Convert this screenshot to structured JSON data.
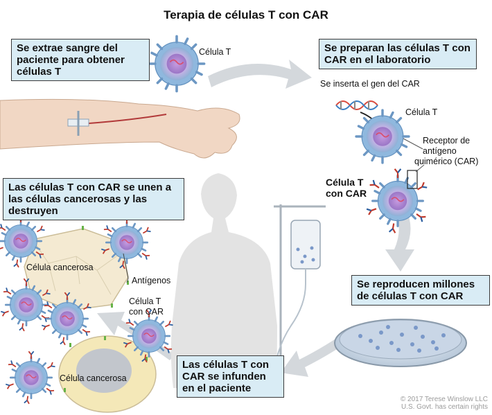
{
  "title": "Terapia de células T con CAR",
  "steps": {
    "step1": "Se extrae sangre del paciente para obtener células T",
    "step2": "Se preparan las células T con CAR en el laboratorio",
    "step3": "Se reproducen millones de células T con CAR",
    "step4": "Las células T con CAR se infunden en el paciente",
    "step5": "Las células T con CAR se unen a las células cancerosas y las destruyen"
  },
  "labels": {
    "celula_t_1": "Célula T",
    "gene_insert": "Se inserta el gen del CAR",
    "celula_t_2": "Célula T",
    "receptor_line1": "Receptor de",
    "receptor_line2": "antígeno",
    "receptor_line3": "quimérico (CAR)",
    "car_t_line1": "Célula T",
    "car_t_line2": "con CAR",
    "cancer_cell_1": "Célula cancerosa",
    "antigens": "Antígenos",
    "car_t_small_line1": "Célula T",
    "car_t_small_line2": "con CAR",
    "cancer_cell_2": "Célula cancerosa"
  },
  "credit": {
    "line1": "© 2017 Terese Winslow LLC",
    "line2": "U.S. Govt. has certain rights"
  },
  "colors": {
    "box_fill": "#d9ecf5",
    "arrow": "#d4d8dc",
    "cell_spikes": "#7fa6c9",
    "nucleus": "#b48dd1",
    "receptor_red": "#c0392b"
  }
}
